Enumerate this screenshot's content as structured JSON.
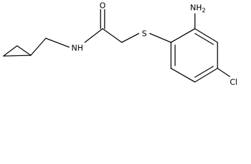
{
  "molecule": {
    "atoms": {
      "oxygen": "O",
      "amine_nitrogen": "NH",
      "sulfur": "S",
      "amino_group": "NH",
      "amino_subscript": "2",
      "chlorine": "Cl"
    }
  },
  "colors": {
    "bond": "#000000",
    "label": "#000000",
    "background": "#ffffff"
  }
}
